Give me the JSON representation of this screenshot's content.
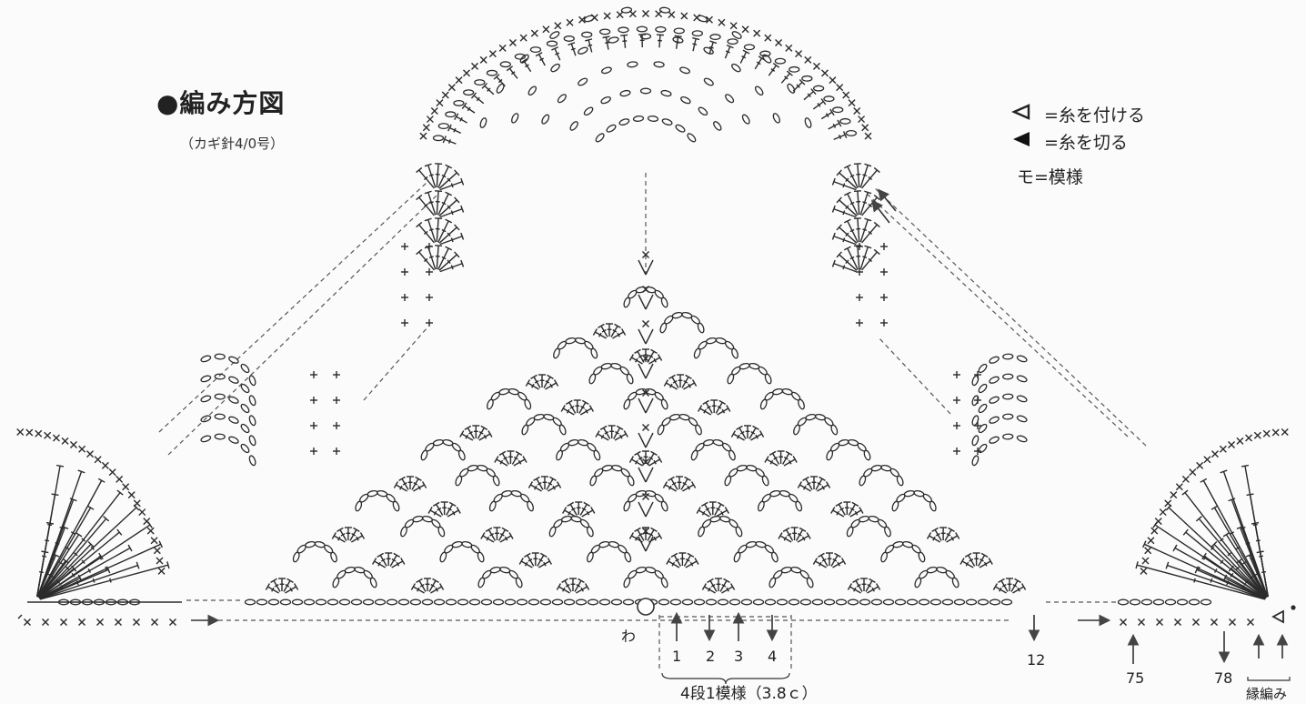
{
  "title": "●編み方図",
  "hook_note": "（カギ針4/0号）",
  "legend": {
    "attach_yarn": "=糸を付ける",
    "cut_yarn": "=糸を切る",
    "motif": "モ=模様"
  },
  "ring_label": "わ",
  "row_labels": [
    "1",
    "2",
    "3",
    "4"
  ],
  "row_twelve": "12",
  "row_seventyfive": "75",
  "row_seventyeight": "78",
  "repeat_label": "4段1模様（3.8ｃ）",
  "edging_label": "縁編み",
  "icons": {
    "attach": "open-triangle-icon",
    "cut": "filled-triangle-icon"
  },
  "colors": {
    "ink": "#2b2b2b",
    "paper": "#fbfbfb"
  }
}
